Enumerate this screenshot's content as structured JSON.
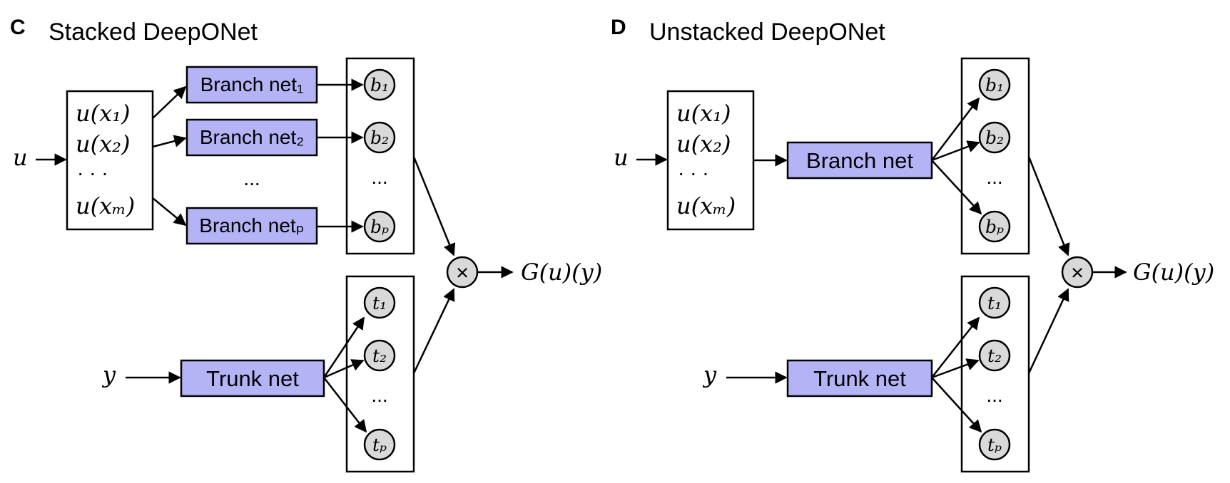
{
  "panels": {
    "stacked": {
      "letter": "C",
      "title": "Stacked DeepONet",
      "input_u": "u",
      "input_y": "y",
      "sensors": [
        "u(x₁)",
        "u(x₂)",
        "· · ·",
        "u(xₘ)"
      ],
      "branch_nets": [
        "Branch net₁",
        "Branch net₂",
        "Branch netₚ"
      ],
      "branch_ellipsis": "...",
      "branch_outputs": [
        "b₁",
        "b₂",
        "bₚ"
      ],
      "trunk_net": "Trunk net",
      "trunk_outputs": [
        "t₁",
        "t₂",
        "tₚ"
      ],
      "outputs_ellipsis": "...",
      "product_symbol": "×",
      "output": "G(u)(y)"
    },
    "unstacked": {
      "letter": "D",
      "title": "Unstacked DeepONet",
      "input_u": "u",
      "input_y": "y",
      "sensors": [
        "u(x₁)",
        "u(x₂)",
        "· · ·",
        "u(xₘ)"
      ],
      "branch_net": "Branch net",
      "branch_outputs": [
        "b₁",
        "b₂",
        "bₚ"
      ],
      "trunk_net": "Trunk net",
      "trunk_outputs": [
        "t₁",
        "t₂",
        "tₚ"
      ],
      "outputs_ellipsis": "...",
      "product_symbol": "×",
      "output": "G(u)(y)"
    }
  },
  "colors": {
    "net_fill": "#b3b3f5",
    "node_fill": "#d9d9d9",
    "stroke": "#000000"
  }
}
